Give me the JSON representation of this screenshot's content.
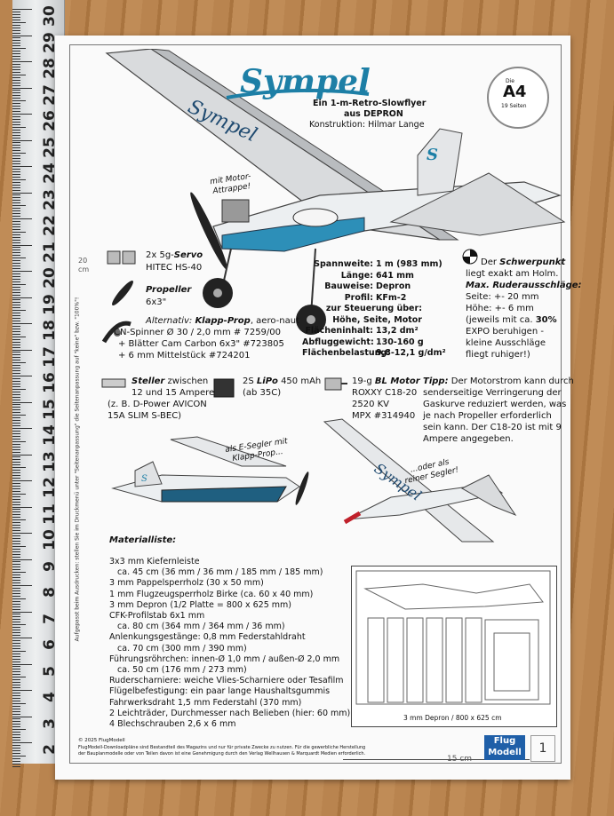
{
  "ruler": {
    "numbers": [
      "30",
      "29",
      "28",
      "27",
      "26",
      "25",
      "24",
      "23",
      "22",
      "21",
      "20",
      "19",
      "18",
      "17",
      "16",
      "15",
      "14",
      "13",
      "12",
      "11",
      "10",
      "9",
      "8",
      "7",
      "6",
      "5",
      "4",
      "3",
      "2"
    ]
  },
  "header": {
    "title": "Sympel",
    "subtitle1": "Ein 1-m-Retro-Slowflyer",
    "subtitle2": "aus DEPRON",
    "construction": "Konstruktion: Hilmar Lange"
  },
  "badge": {
    "top": "Die",
    "size": "A4",
    "pages": "19 Seiten"
  },
  "callouts": {
    "motor_attrappe": "mit Motor-\nAttrappe!",
    "e_segler": "als E-Segler mit\nKlapp-Prop...",
    "segler": "...oder als\nreiner Segler!"
  },
  "ruler_marks": {
    "top": "20\ncm",
    "bottom": "15 cm"
  },
  "components": {
    "servo": {
      "prefix": "2x 5g-",
      "name": "Servo",
      "model": "HITEC HS-40"
    },
    "propeller": {
      "name": "Propeller",
      "size": "6x3\""
    },
    "alt": {
      "line1_label": "Alternativ: ",
      "line1_name": "Klapp-Prop",
      "line1_rest": ", aero-naut",
      "line2": "CN-Spinner Ø 30 / 2,0 mm # 7259/00",
      "line3": "+ Blätter Cam Carbon 6x3\" #723805",
      "line4": "+ 6 mm Mittelstück #724201"
    },
    "esc": {
      "name": "Steller",
      "line1_rest": " zwischen",
      "line2": "12 und 15 Ampere",
      "line3": "(z. B. D-Power AVICON",
      "line4": "15A SLIM S-BEC)"
    },
    "lipo": {
      "name_pre": "2S ",
      "name": "LiPo",
      "rest": " 450 mAh",
      "line2": "(ab 35C)"
    },
    "motor": {
      "pre": "19-g ",
      "name": "BL Motor",
      "line2": "ROXXY C18-20",
      "line3": "2520 KV",
      "line4": "MPX #314940"
    }
  },
  "specs": [
    {
      "label": "Spannweite:",
      "value": "1 m (983 mm)"
    },
    {
      "label": "Länge:",
      "value": "641 mm"
    },
    {
      "label": "Bauweise:",
      "value": "Depron"
    },
    {
      "label": "Profil:",
      "value": "KFm-2"
    },
    {
      "label": "zur Steuerung über:",
      "value": ""
    },
    {
      "label": "",
      "value": "Höhe, Seite, Motor"
    },
    {
      "label": "Flächeninhalt:",
      "value": "13,2 dm²"
    },
    {
      "label": "Abfluggewicht:",
      "value": "130-160 g"
    },
    {
      "label": "Flächenbelastung:",
      "value": "9,8-12,1 g/dm²"
    }
  ],
  "cg": {
    "line1_pre": "Der ",
    "line1_bold": "Schwerpunkt",
    "line2": "liegt exakt am Holm.",
    "line3": "Max. Ruderausschläge:",
    "line4": "Seite: +- 20 mm",
    "line5": "Höhe: +- 6 mm",
    "line6_pre": "(jeweils mit ca. ",
    "line6_bold": "30%",
    "line7": "EXPO beruhigen -",
    "line8": "kleine Ausschläge",
    "line9": "fliegt ruhiger!)"
  },
  "tip": {
    "label": "Tipp:",
    "line1": " Der Motorstrom kann durch",
    "line2": "senderseitige Verringerung der",
    "line3": "Gaskurve reduziert werden, was",
    "line4": "je nach Propeller erforderlich",
    "line5": "sein kann. Der C18-20 ist mit 9",
    "line6": "Ampere angegeben."
  },
  "materials": {
    "heading": "Materialliste:",
    "items": [
      "3x3 mm Kiefernleiste",
      "   ca. 45 cm (36 mm / 36 mm / 185 mm / 185 mm)",
      "3 mm Pappelsperrholz (30 x 50 mm)",
      "1 mm Flugzeugsperrholz Birke (ca. 60 x 40 mm)",
      "3 mm Depron (1/2 Platte = 800 x 625 mm)",
      "CFK-Profilstab 6x1 mm",
      "   ca. 80 cm (364 mm / 364 mm / 36 mm)",
      "Anlenkungsgestänge: 0,8 mm Federstahldraht",
      "   ca. 70 cm (300 mm / 390 mm)",
      "Führungsröhrchen: innen-Ø 1,0 mm / außen-Ø 2,0 mm",
      "   ca. 50 cm (176 mm / 273 mm)",
      "Ruderscharniere: weiche Vlies-Scharniere oder Tesafilm",
      "Flügelbefestigung: ein paar lange Haushaltsgummis",
      "Fahrwerksdraht 1,5 mm Federstahl (370 mm)",
      "2 Leichträder, Durchmesser nach Belieben (hier: 60 mm)",
      "4 Blechschrauben 2,6 x 6 mm"
    ]
  },
  "parts_caption": "3 mm Depron / 800 x 625 cm",
  "side_note": "Aufgepasst beim Ausdrucken: stellen Sie im Druckmenü unter \"Seitenanpassung\" die Seitenanpassung auf \"keine\" bzw. \"100%\"!",
  "footer": {
    "copyright": "© 2025 FlugModell",
    "line1": "FlugModell-Downloadpläne sind Bestandteil des Magazins und nur für private Zwecke zu nutzen. Für die gewerbliche Herstellung",
    "line2": "der Bauplanmodelle oder von Teilen davon ist eine Genehmigung durch den Verlag Wellhausen & Marquardt Medien erforderlich.",
    "logo_top": "Flug",
    "logo_bottom": "Modell",
    "page": "1"
  },
  "colors": {
    "accent": "#1d7fa6",
    "fuselage_blue": "#2d8fb8",
    "wing_grey": "#d8dadc"
  }
}
